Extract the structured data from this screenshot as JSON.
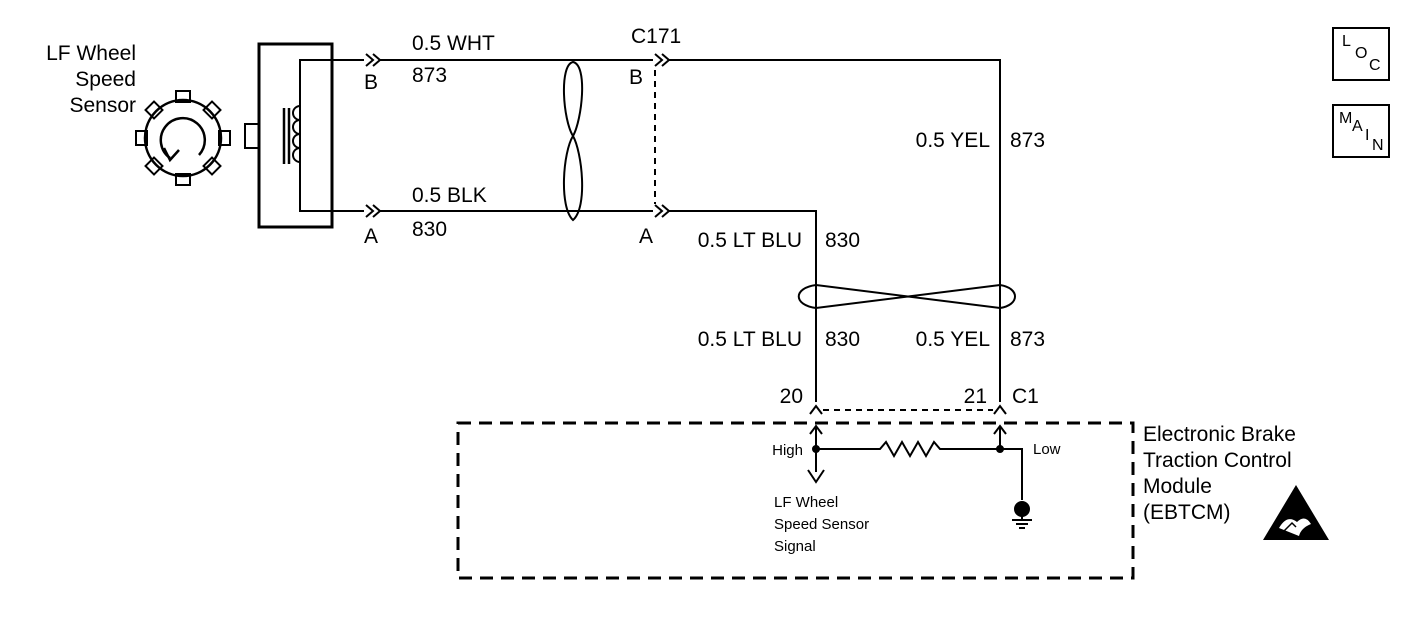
{
  "sensor": {
    "name_line1": "LF Wheel",
    "name_line2": "Speed",
    "name_line3": "Sensor"
  },
  "sensor_connector": {
    "pin_b": "B",
    "pin_a": "A"
  },
  "wires": {
    "upper_color": "0.5 WHT",
    "upper_circuit": "873",
    "lower_color": "0.5 BLK",
    "lower_circuit": "830",
    "right_upper_color": "0.5 YEL",
    "right_upper_circuit": "873",
    "mid_color": "0.5 LT BLU",
    "mid_circuit": "830",
    "low_left_color": "0.5 LT BLU",
    "low_left_circuit": "830",
    "low_right_color": "0.5 YEL",
    "low_right_circuit": "873"
  },
  "inline_connector": {
    "name": "C171",
    "pin_b": "B",
    "pin_a": "A"
  },
  "module_connector": {
    "name": "C1",
    "pin_high": "20",
    "pin_low": "21"
  },
  "module": {
    "name_line1": "Electronic Brake",
    "name_line2": "Traction Control",
    "name_line3": "Module",
    "name_line4": "(EBTCM)",
    "high_label": "High",
    "low_label": "Low",
    "signal_line1": "LF Wheel",
    "signal_line2": "Speed Sensor",
    "signal_line3": "Signal"
  },
  "nav": {
    "loc": {
      "c1": "L",
      "c2": "O",
      "c3": "C"
    },
    "main": {
      "c1": "M",
      "c2": "A",
      "c3": "I",
      "c4": "N"
    }
  },
  "icons": {
    "esd": "esd-warning-icon",
    "ground": "ground-icon",
    "resistor": "resistor-icon"
  }
}
